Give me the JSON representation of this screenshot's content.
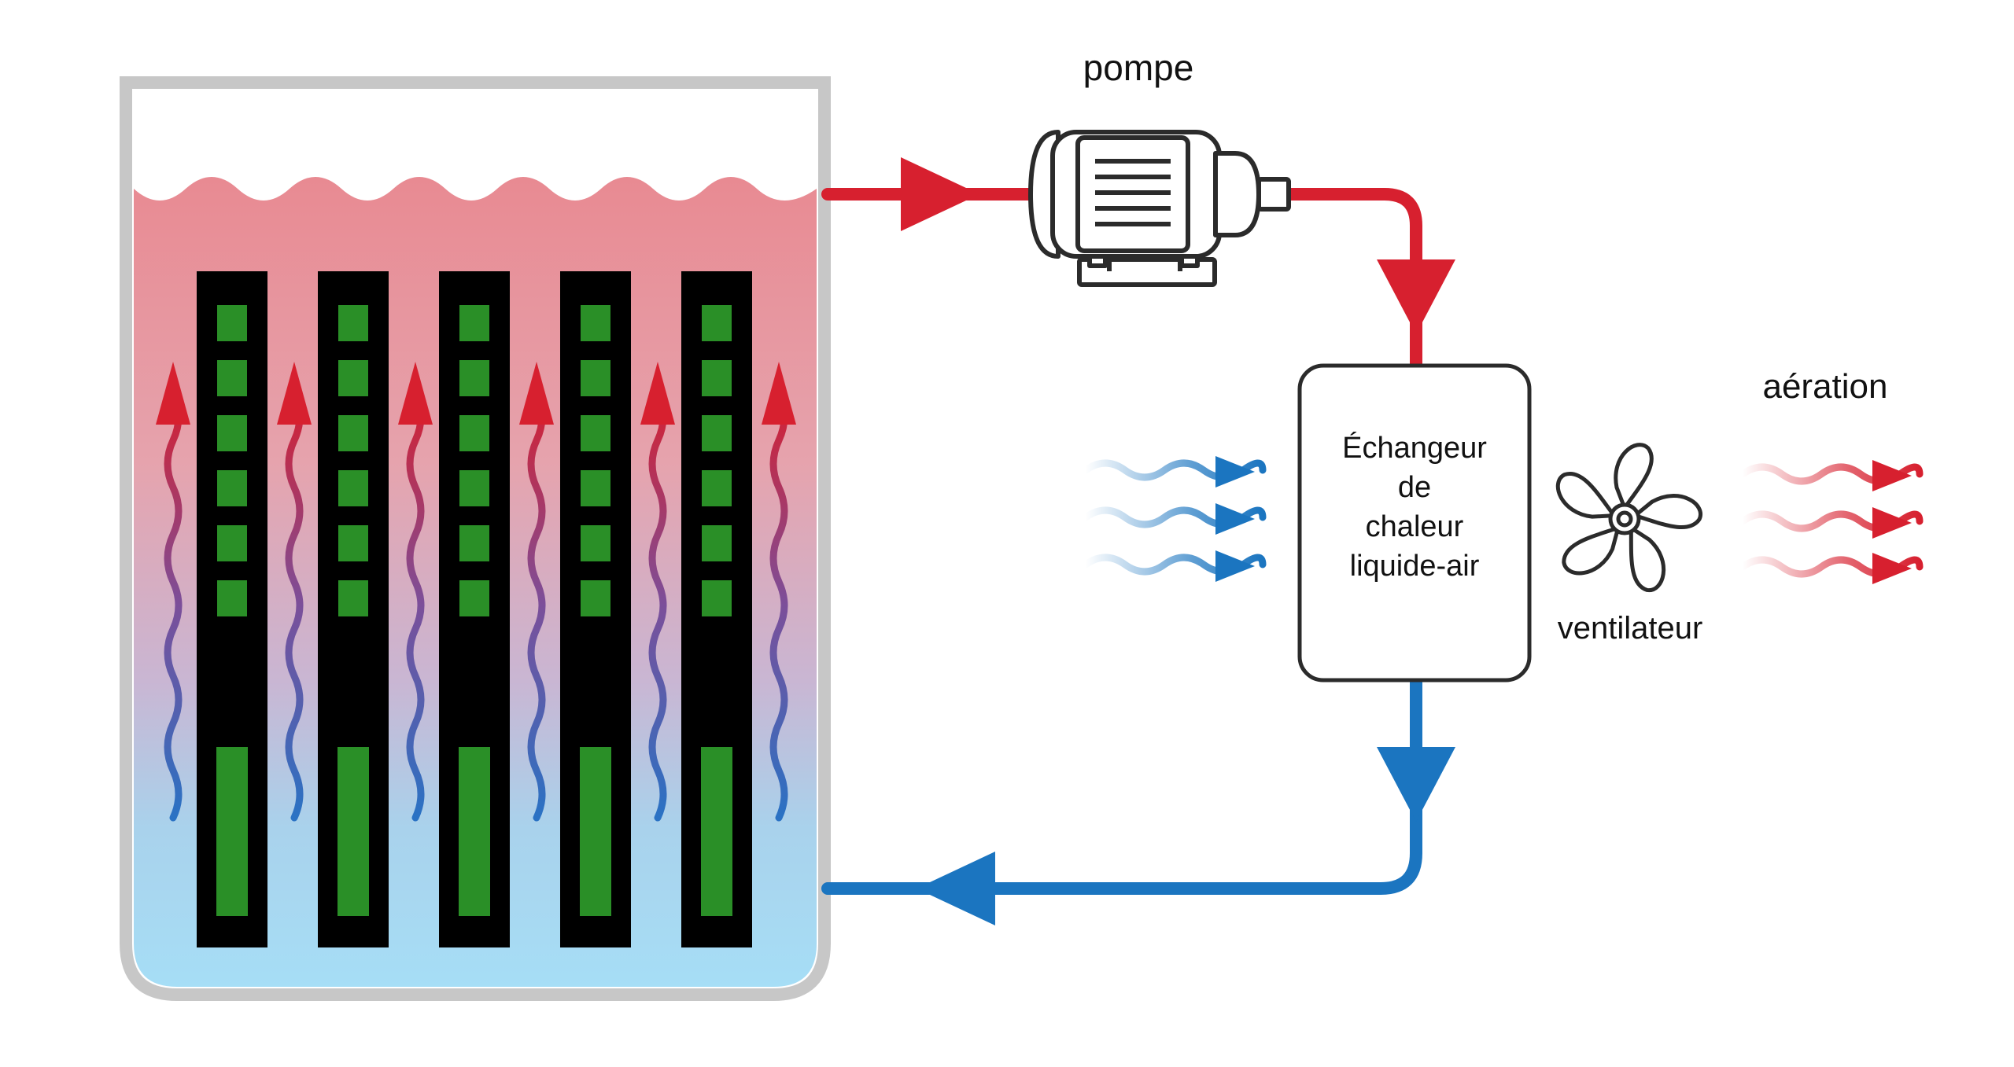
{
  "labels": {
    "pump": "pompe",
    "exchanger_line1": "Échangeur",
    "exchanger_line2": "de",
    "exchanger_line3": "chaleur",
    "exchanger_line4": "liquide-air",
    "fan": "ventilateur",
    "aeration": "aération"
  },
  "colors": {
    "hot": "#d7202f",
    "cold": "#1b75c0",
    "server_board": "#000000",
    "server_led": "#2a8f27",
    "tank_wall": "#c7c7c7",
    "fluid_hot": "#e88a92",
    "fluid_cold": "#a6dcf4"
  },
  "icons": {
    "pump": "pump-motor-icon",
    "fan": "fan-icon",
    "inflow_air": "cold-air-icon",
    "outflow_air": "hot-air-icon"
  }
}
